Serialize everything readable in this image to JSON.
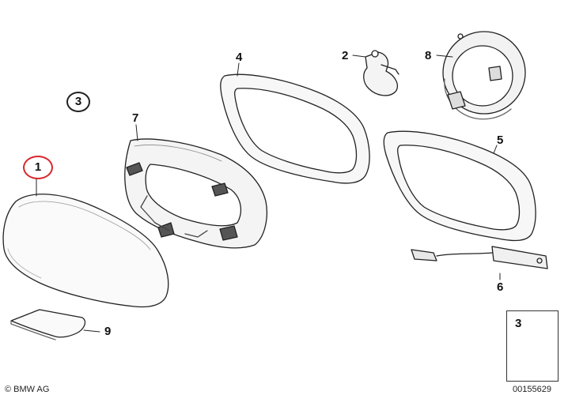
{
  "diagram": {
    "callouts": {
      "part_1": "1",
      "part_2": "2",
      "part_3": "3",
      "part_4": "4",
      "part_5": "5",
      "part_6": "6",
      "part_7": "7",
      "part_8": "8",
      "part_9": "9"
    },
    "info_box": {
      "label": "3"
    },
    "copyright": "© BMW AG",
    "document_number": "00155629",
    "highlight_color": "#d9262b",
    "line_color": "#222222"
  }
}
